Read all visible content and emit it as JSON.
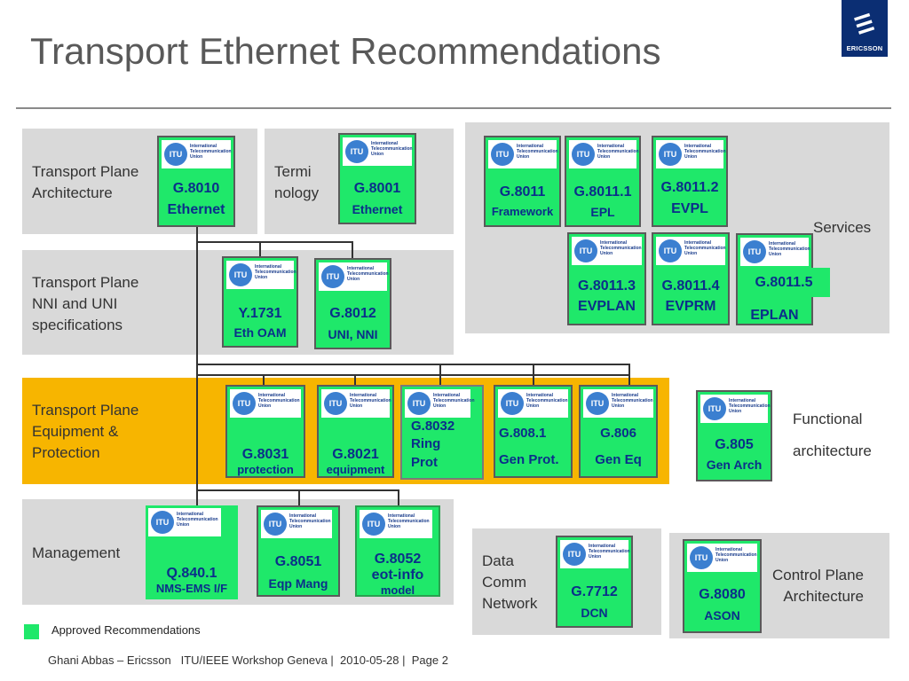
{
  "title": "Transport Ethernet Recommendations",
  "logo": {
    "text": "ERICSSON",
    "icon": "ericsson-logo-icon"
  },
  "itu_logo": {
    "abbr": "ITU",
    "line1": "International",
    "line2": "Telecommunication",
    "line3": "Union"
  },
  "panels": {
    "architecture": "Transport Plane Architecture",
    "arch_l1": "Transport Plane",
    "arch_l2": "Architecture",
    "term_l1": "Termi",
    "term_l2": "nology",
    "nni_l1": "Transport Plane",
    "nni_l2": "NNI and UNI",
    "nni_l3": "specifications",
    "services": "Services",
    "equip_l1": "Transport Plane",
    "equip_l2": "Equipment &",
    "equip_l3": "Protection",
    "functional_l1": "Functional",
    "functional_l2": "architecture",
    "management": "Management",
    "dcn_l1": "Data",
    "dcn_l2": "Comm",
    "dcn_l3": "Network",
    "cp_l1": "Control Plane",
    "cp_l2": "Architecture"
  },
  "cards": {
    "g8010": {
      "code": "G.8010",
      "desc": "Ethernet"
    },
    "g8001": {
      "code": "G.8001",
      "desc": "Ethernet"
    },
    "g8011": {
      "code": "G.8011",
      "desc": "Framework"
    },
    "g8011_1": {
      "code": "G.8011.1",
      "desc": "EPL"
    },
    "g8011_2": {
      "code": "G.8011.2",
      "desc": "EVPL"
    },
    "g8011_3": {
      "code": "G.8011.3",
      "desc": "EVPLAN"
    },
    "g8011_4": {
      "code": "G.8011.4",
      "desc": "EVPRM"
    },
    "g8011_5": {
      "code": "G.8011.5",
      "desc": "EPLAN"
    },
    "y1731": {
      "code": "Y.1731",
      "desc": "Eth OAM"
    },
    "g8012": {
      "code": "G.8012",
      "desc": "UNI, NNI"
    },
    "g8031": {
      "code": "G.8031",
      "desc": "protection"
    },
    "g8021": {
      "code": "G.8021",
      "desc": "equipment"
    },
    "g8032": {
      "code": "G.8032",
      "desc1": "Ring",
      "desc2": "Prot"
    },
    "g808_1": {
      "code": "G.808.1",
      "desc": "Gen Prot."
    },
    "g806": {
      "code": "G.806",
      "desc": "Gen Eq"
    },
    "g805": {
      "code": "G.805",
      "desc": "Gen Arch"
    },
    "q840_1": {
      "code": "Q.840.1",
      "desc": "NMS-EMS I/F"
    },
    "g8051": {
      "code": "G.8051",
      "desc": "Eqp Mang"
    },
    "g8052": {
      "code": "G.8052",
      "desc1": "eot-info",
      "desc2": "model"
    },
    "g7712": {
      "code": "G.7712",
      "desc": "DCN"
    },
    "g8080": {
      "code": "G.8080",
      "desc": "ASON"
    }
  },
  "legend": {
    "label": "Approved Recommendations",
    "color": "#1fe86a"
  },
  "footer": "Ghani Abbas – Ericsson   ITU/IEEE Workshop Geneva |  2010-05-28 |  Page 2",
  "colors": {
    "approved": "#1fe86a",
    "panel": "#d9d9d9",
    "equipment_panel": "#f7b500",
    "text_blue": "#0b2e8a",
    "logo_bg": "#0b2e73"
  }
}
